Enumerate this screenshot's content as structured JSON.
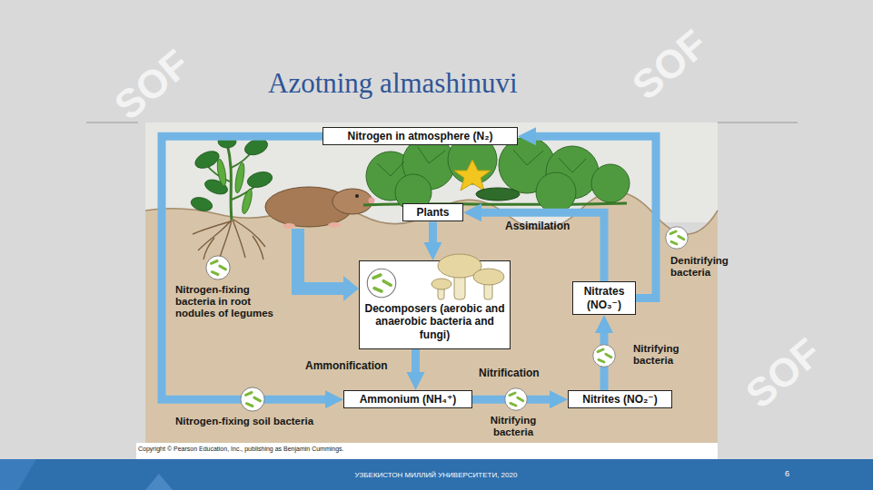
{
  "diagram": {
    "title": "Azotning almashinuvi",
    "nodes": [
      {
        "text": [
          "Nitrogen in atmosphere (N₂)"
        ]
      },
      {
        "text": [
          "Plants"
        ]
      },
      {
        "text": [
          "Decomposers (aerobic and anaerobic bacteria and fungi)"
        ]
      },
      {
        "text": [
          "Nitrates (NO₃⁻)"
        ]
      },
      {
        "text": [
          "Ammonium (NH₄⁺)"
        ]
      },
      {
        "text": [
          "Nitrites (NO₂⁻)"
        ]
      }
    ],
    "edges": [
      {
        "from": 0,
        "to": 4,
        "arrow": "to"
      },
      {
        "from": 1,
        "to": 2,
        "arrow": "to"
      },
      {
        "from": 2,
        "to": 4,
        "label": "Ammonification",
        "arrow": "to"
      },
      {
        "from": 4,
        "to": 5,
        "label": "Nitrification",
        "arrow": "to"
      },
      {
        "from": 5,
        "to": 3,
        "arrow": "to"
      },
      {
        "from": 3,
        "to": 1,
        "label": "Assimilation",
        "arrow": "to"
      },
      {
        "from": 3,
        "to": 0,
        "arrow": "to"
      }
    ],
    "labels": [
      "Nitrogen-fixing bacteria in root nodules of legumes",
      "Nitrogen-fixing soil bacteria",
      "Denitrifying bacteria",
      "Nitrifying bacteria",
      "Nitrifying bacteria",
      "Copyright © Pearson Education, Inc., publishing as Benjamin Cummings.",
      "УЗБЕКИСТОН МИЛЛИЙ УНИВЕРСИТЕТИ,  2020",
      "6",
      "SOF",
      "SOF",
      "SOF"
    ]
  }
}
